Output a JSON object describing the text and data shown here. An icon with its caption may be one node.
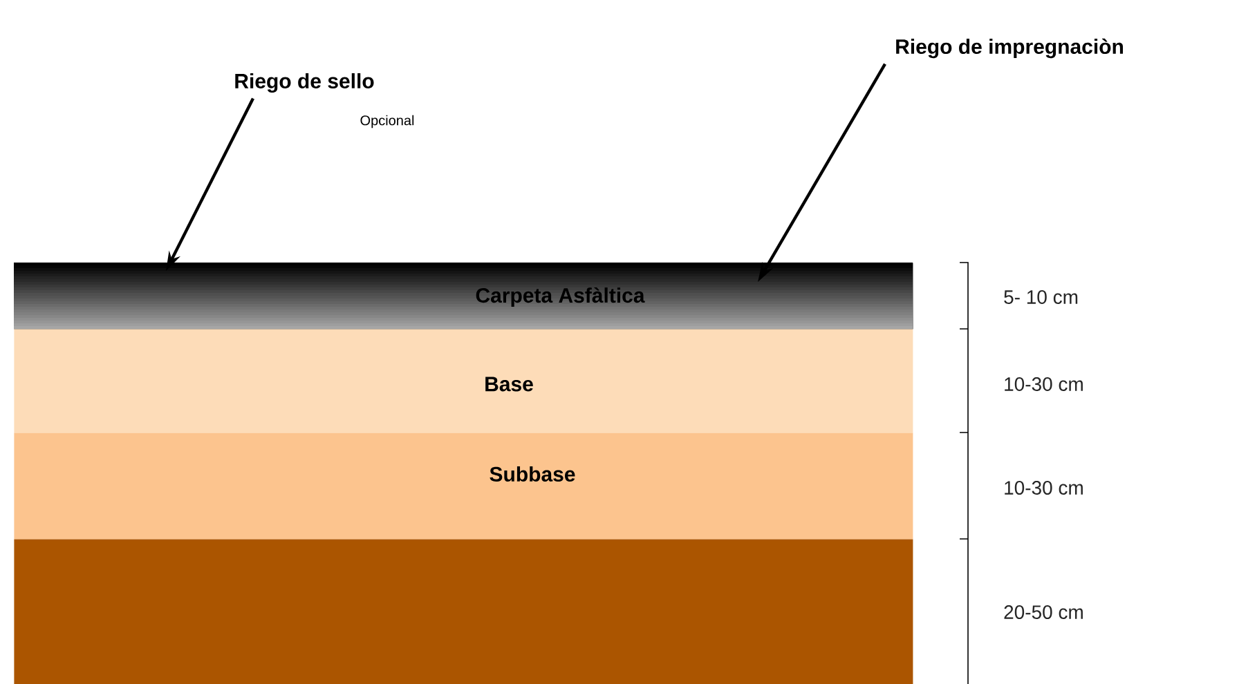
{
  "diagram": {
    "nodes": [
      {
        "text": [
          "Carpeta Asfàltica"
        ]
      },
      {
        "text": [
          "Base"
        ]
      },
      {
        "text": [
          "Subbase"
        ]
      },
      {
        "text": [],
        "shape": "box"
      },
      {
        "text": [
          "Riego de sello"
        ],
        "beside": [
          "Opcional"
        ]
      },
      {
        "text": [
          "Riego de impregnaciòn"
        ]
      }
    ],
    "edges": [
      {
        "from": 4,
        "to": 0,
        "arrow": "to"
      },
      {
        "from": 5,
        "to": 0,
        "arrow": "to"
      }
    ],
    "labels": [
      "5- 10 cm",
      "10-30 cm",
      "10-30 cm",
      "20-50 cm"
    ]
  }
}
